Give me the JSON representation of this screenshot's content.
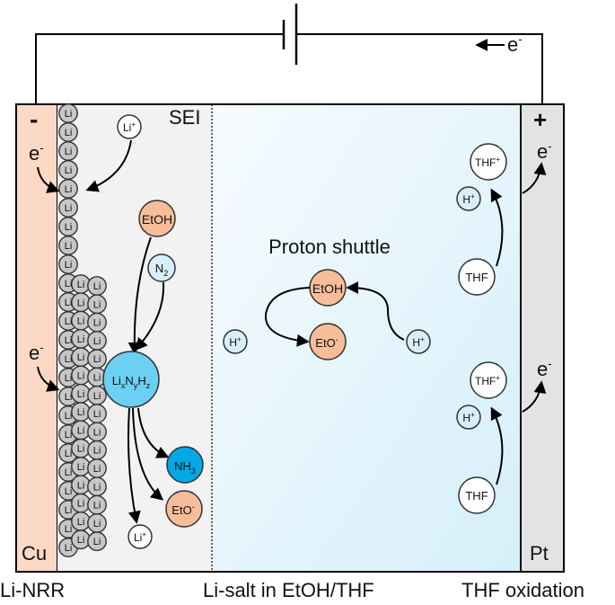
{
  "circuit": {
    "electron_flow": "e",
    "electron_flow_sup": "-"
  },
  "electrodes": {
    "cathode": {
      "sign": "-",
      "material": "Cu"
    },
    "anode": {
      "sign": "+",
      "material": "Pt"
    }
  },
  "sei_label": "SEI",
  "li_label": "Li",
  "species": {
    "li_plus": "Li",
    "li_plus_sup": "+",
    "etoh": "EtOH",
    "n2": "N",
    "n2_sub": "2",
    "li_nitride": {
      "a": "Li",
      "x": "x",
      "b": "N",
      "y": "y",
      "c": "H",
      "z": "z"
    },
    "nh3": "NH",
    "nh3_sub": "3",
    "eto_minus": "EtO",
    "eto_minus_sup": "-",
    "h_plus": "H",
    "h_plus_sup": "+",
    "thf": "THF",
    "thf_plus": "THF",
    "thf_plus_sup": "+",
    "e_minus": "e",
    "e_minus_sup": "-"
  },
  "proton_shuttle_label": "Proton shuttle",
  "bottom_labels": {
    "left": "Li-NRR",
    "center": "Li-salt in EtOH/THF",
    "right": "THF oxidation"
  },
  "colors": {
    "cu_electrode": "#fbd9c4",
    "pt_electrode": "#e3e3e3",
    "sei_region": "#f2f2f2",
    "electrolyte": "#e4f4fb",
    "li_nitride": "#6ccff4",
    "nh3": "#00a8e6",
    "etoh_eto": "#f7bd99",
    "lithium": "#c7c7c7"
  }
}
